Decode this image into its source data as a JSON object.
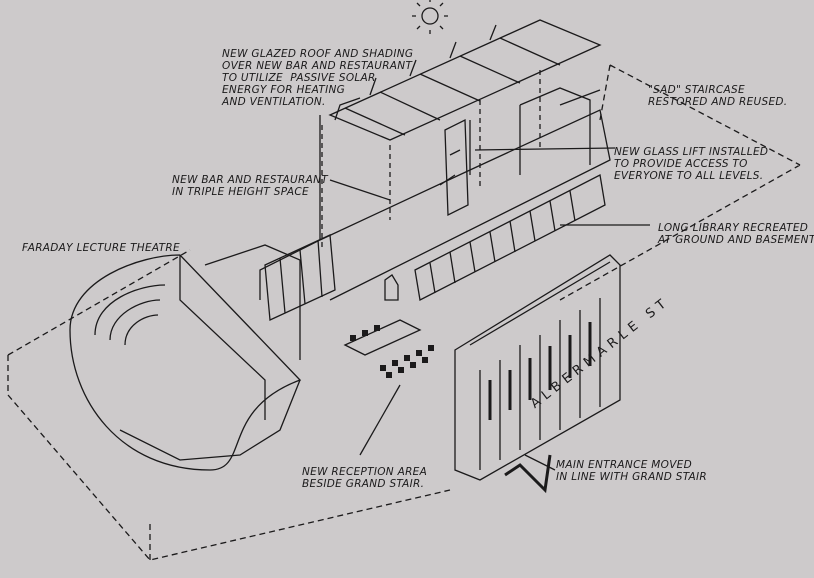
{
  "labels": {
    "glazed_roof": "NEW GLAZED ROOF AND SHADING\nOVER NEW BAR AND RESTAURANT\nTO UTILIZE  PASSIVE SOLAR\nENERGY FOR HEATING\nAND VENTILATION.",
    "sad_staircase": "\"SAD\" STAIRCASE\nRESTORED AND REUSED.",
    "glass_lift": "NEW GLASS LIFT INSTALLED\nTO PROVIDE ACCESS TO\nEVERYONE TO ALL LEVELS.",
    "bar_restaurant": "NEW BAR AND RESTAURANT\nIN TRIPLE HEIGHT SPACE",
    "long_library": "LONG LIBRARY RECREATED\nAT GROUND AND BASEMENT.",
    "faraday": "FARADAY LECTURE THEATRE",
    "reception": "NEW RECEPTION AREA\nBESIDE GRAND STAIR.",
    "main_entrance": "MAIN ENTRANCE MOVED\nIN LINE WITH GRAND STAIR",
    "street": "ALBERMARLE ST"
  }
}
